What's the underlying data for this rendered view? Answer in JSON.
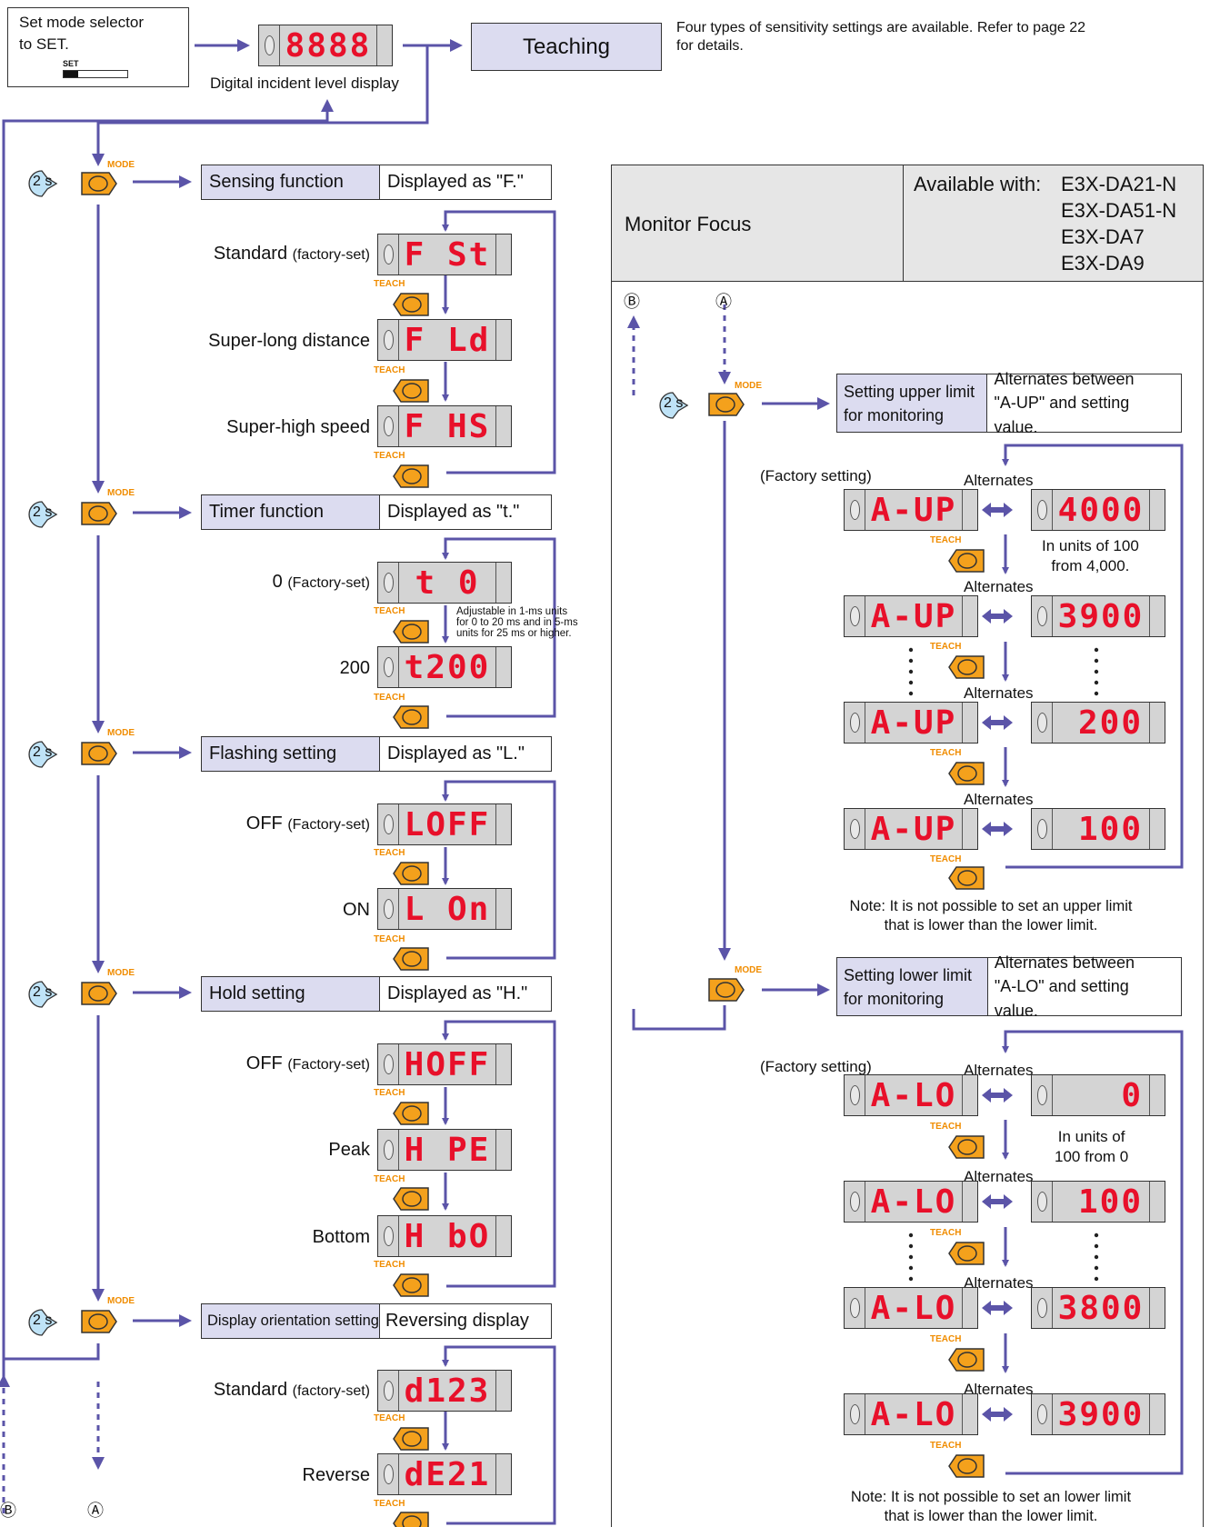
{
  "intro": {
    "selector_line1": "Set mode selector",
    "selector_line2": "to SET.",
    "selector_switch": "SET",
    "display_caption": "Digital incident level display",
    "teaching": "Teaching",
    "note_line1": "Four types of sensitivity settings are available. Refer to page 22",
    "note_line2": "for details."
  },
  "labels": {
    "two_s": "2 s",
    "mode": "MODE",
    "teach": "TEACH",
    "circle_a": "Ⓐ",
    "circle_b": "Ⓑ",
    "alternates": "Alternates",
    "factory_setting": "(Factory setting)"
  },
  "displays": {
    "incident": "8888",
    "f_st": "F St",
    "f_ld": "F Ld",
    "f_hs": "F HS",
    "t_0": "t  0",
    "t_200": "t200",
    "l_off": "LOFF",
    "l_on": "L On",
    "h_off": "HOFF",
    "h_pe": "H PE",
    "h_bo": "H bO",
    "d_123": "d123",
    "d_rev": "dE21",
    "a_up": "A-UP",
    "a_lo": "A-LO",
    "v4000": "4000",
    "v3900": "3900",
    "v200": "200",
    "v100": "100",
    "v0": "0",
    "v3800": "3800"
  },
  "sensing": {
    "title": "Sensing function",
    "display": "Displayed as \"F.\"",
    "opt1": "Standard",
    "opt1_note": "(factory-set)",
    "opt2": "Super-long distance",
    "opt3": "Super-high speed"
  },
  "timer": {
    "title": "Timer function",
    "display": "Displayed as \"t.\"",
    "opt1": "0",
    "opt1_note": "(Factory-set)",
    "opt2": "200",
    "note_line1": "Adjustable in 1-ms units",
    "note_line2": "for 0 to 20 ms and in 5-ms",
    "note_line3": "units for 25 ms or higher."
  },
  "flashing": {
    "title": "Flashing setting",
    "display": "Displayed as \"L.\"",
    "opt1": "OFF",
    "opt1_note": "(Factory-set)",
    "opt2": "ON"
  },
  "hold": {
    "title": "Hold setting",
    "display": "Displayed as \"H.\"",
    "opt1": "OFF",
    "opt1_note": "(Factory-set)",
    "opt2": "Peak",
    "opt3": "Bottom"
  },
  "orientation": {
    "title": "Display orientation setting",
    "display": "Reversing display",
    "opt1": "Standard",
    "opt1_note": "(factory-set)",
    "opt2": "Reverse"
  },
  "monitor": {
    "title": "Monitor Focus",
    "available_label": "Available with:",
    "models": [
      "E3X-DA21-N",
      "E3X-DA51-N",
      "E3X-DA7",
      "E3X-DA9"
    ],
    "upper_title1": "Setting upper limit",
    "upper_title2": "for monitoring",
    "upper_desc1": "Alternates between",
    "upper_desc2": "\"A-UP\" and setting value.",
    "upper_units1": "In units of 100",
    "upper_units2": "from 4,000.",
    "upper_note1": "Note: It is not possible to set an upper limit",
    "upper_note2": "that is lower than the lower limit.",
    "lower_title1": "Setting lower limit",
    "lower_title2": "for monitoring",
    "lower_desc1": "Alternates between",
    "lower_desc2": "\"A-LO\" and setting value.",
    "lower_units1": "In units of",
    "lower_units2": "100 from 0",
    "lower_note1": "Note: It is not possible to set an lower limit",
    "lower_note2": "that is lower than the lower limit."
  }
}
